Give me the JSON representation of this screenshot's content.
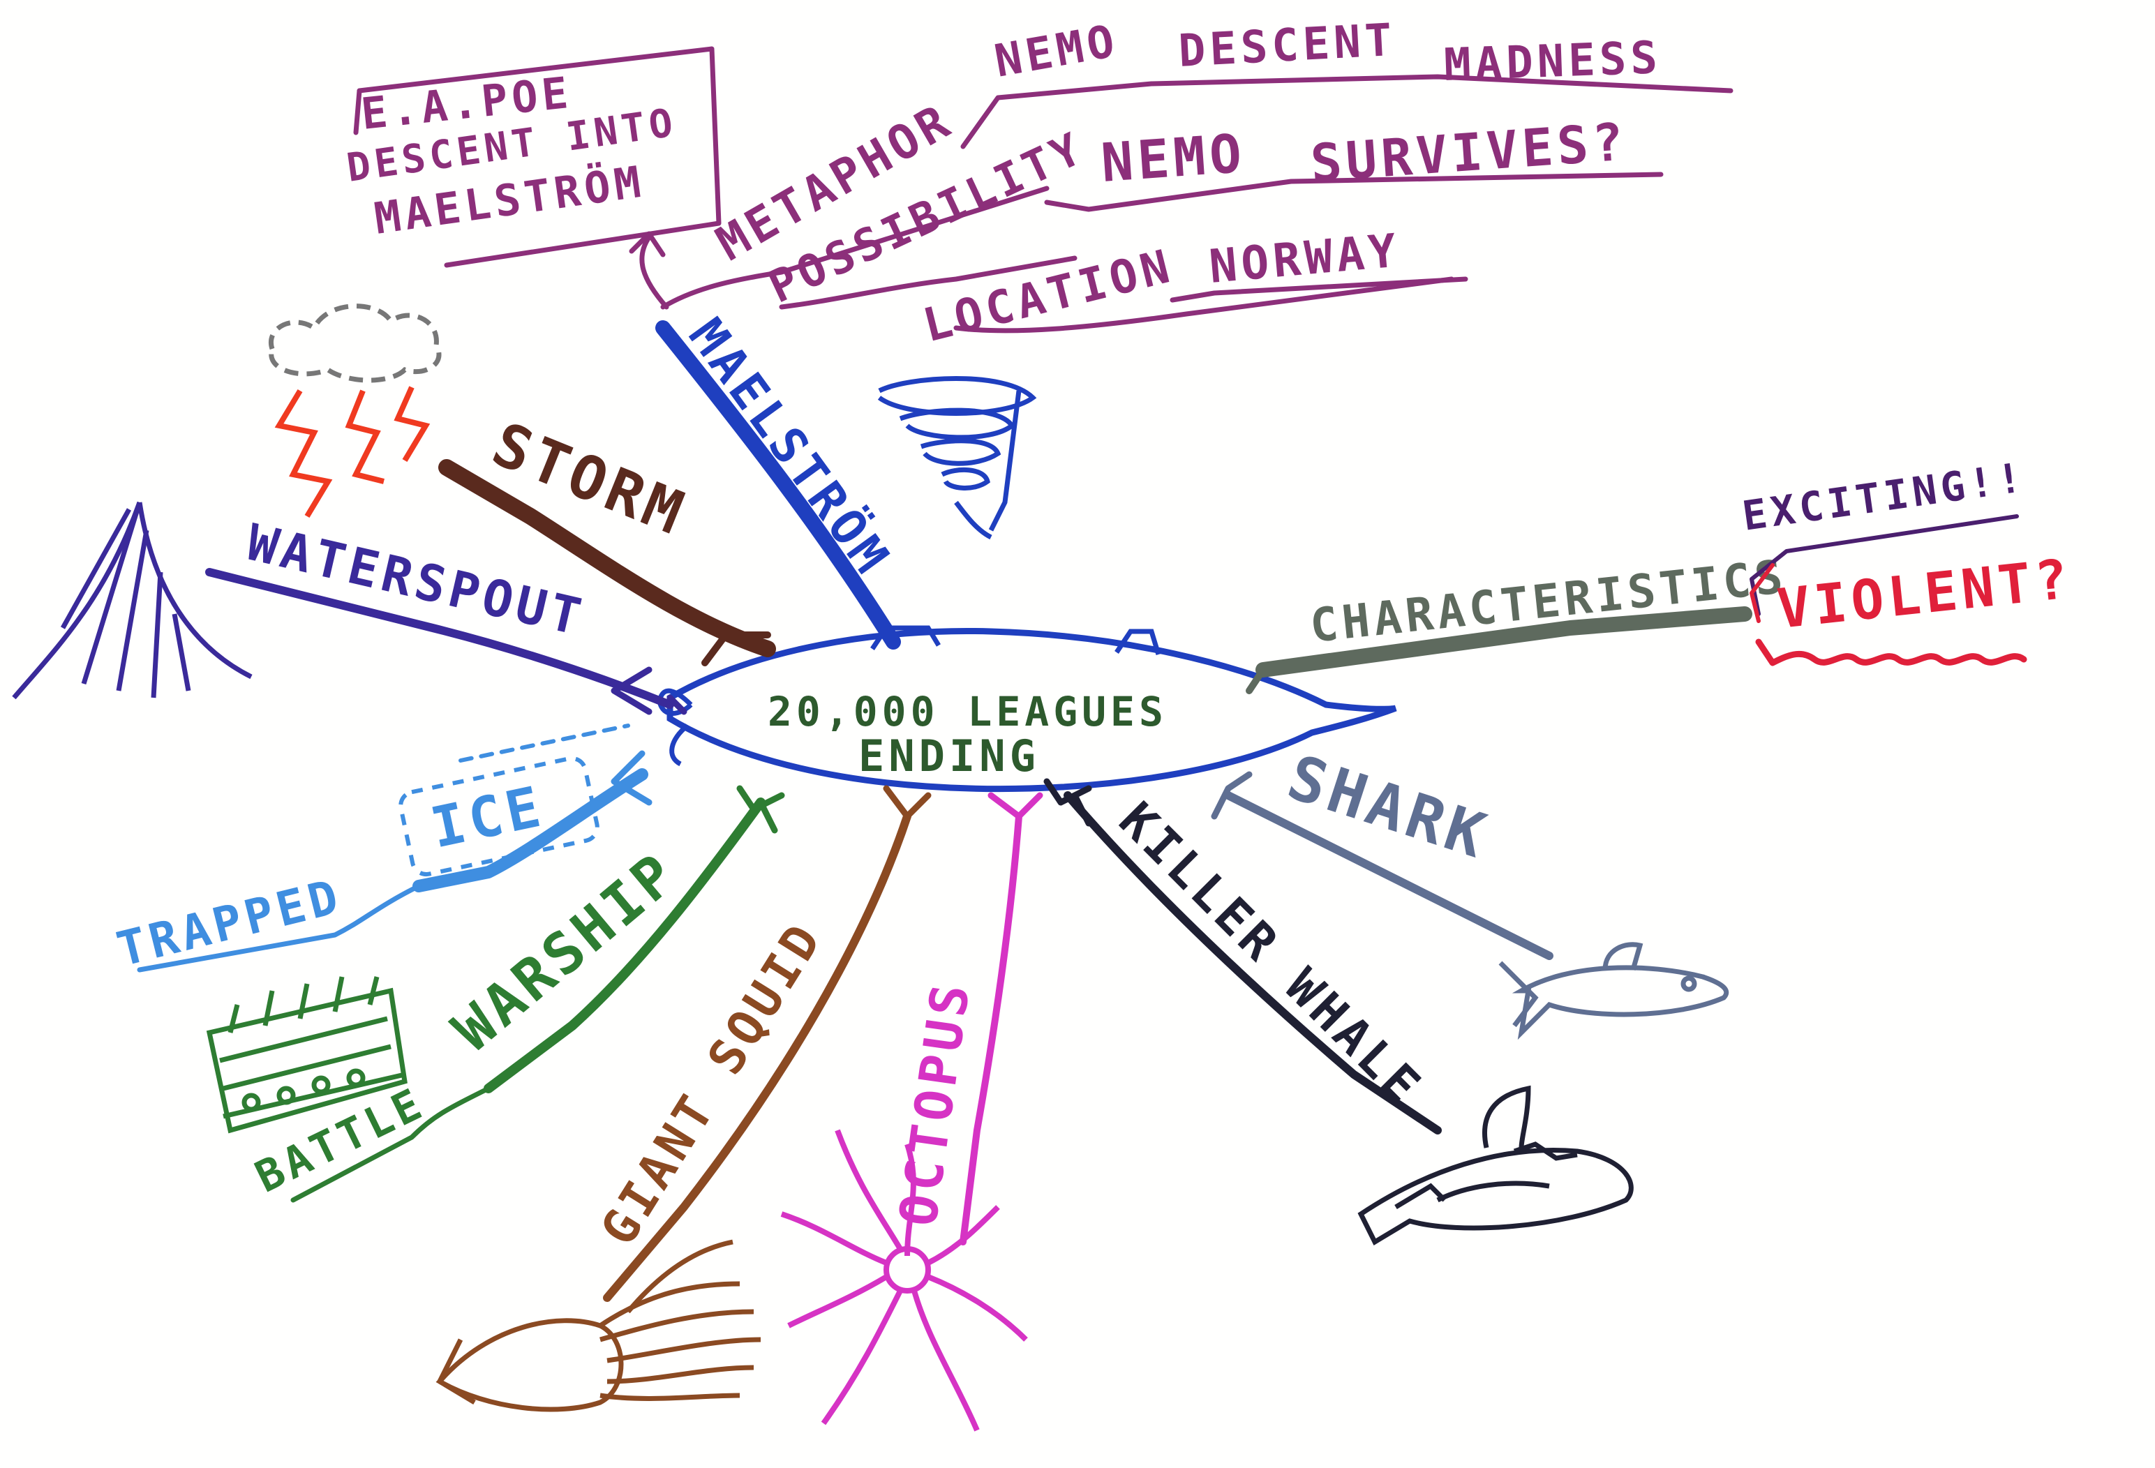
{
  "center": {
    "line1": "20,000 LEAGUES",
    "line2": "ENDING"
  },
  "branches": {
    "maelstrom": {
      "label": "MAELSTRÖM",
      "color": "#1f3fbf"
    },
    "storm": {
      "label": "STORM",
      "color": "#5a2a1e"
    },
    "waterspout": {
      "label": "WATERSPOUT",
      "color": "#3a2a9a"
    },
    "ice": {
      "label": "ICE",
      "color": "#3f8ee0"
    },
    "trapped": {
      "label": "TRAPPED",
      "color": "#3f8ee0"
    },
    "warship": {
      "label": "WARSHIP",
      "color": "#2e7d32"
    },
    "battle": {
      "label": "BATTLE",
      "color": "#2e7d32"
    },
    "giant_squid": {
      "label": "GIANT SQUID",
      "color": "#8b4a22"
    },
    "octopus": {
      "label": "OCTOPUS",
      "color": "#d633c4"
    },
    "killer_whale": {
      "label": "KILLER WHALE",
      "color": "#1f2033"
    },
    "shark": {
      "label": "SHARK",
      "color": "#5f6f92"
    },
    "characteristics": {
      "label": "CHARACTERISTICS",
      "color": "#5e6a5e"
    },
    "exciting": {
      "label": "EXCITING!!",
      "color": "#4a1f6e"
    },
    "violent": {
      "label": "VIOLENT?",
      "color": "#e0203a"
    }
  },
  "maelstrom_subtopics": {
    "color": "#8c2f7a",
    "metaphor": "METAPHOR",
    "nemo": "NEMO",
    "descent": "DESCENT",
    "madness": "MADNESS",
    "possibility": "POSSIBILITY",
    "nemo2": "NEMO",
    "survives": "SURVIVES?",
    "location": "LOCATION",
    "norway": "NORWAY"
  },
  "poe_box": {
    "line1": "E.A.POE",
    "line2": "DESCENT INTO",
    "line3": "MAELSTRÖM"
  },
  "icons": [
    "storm-cloud-icon",
    "lightning-icon",
    "whirlpool-icon",
    "waterspout-icon",
    "warship-icon",
    "squid-icon",
    "octopus-icon",
    "killer-whale-icon",
    "shark-icon"
  ]
}
